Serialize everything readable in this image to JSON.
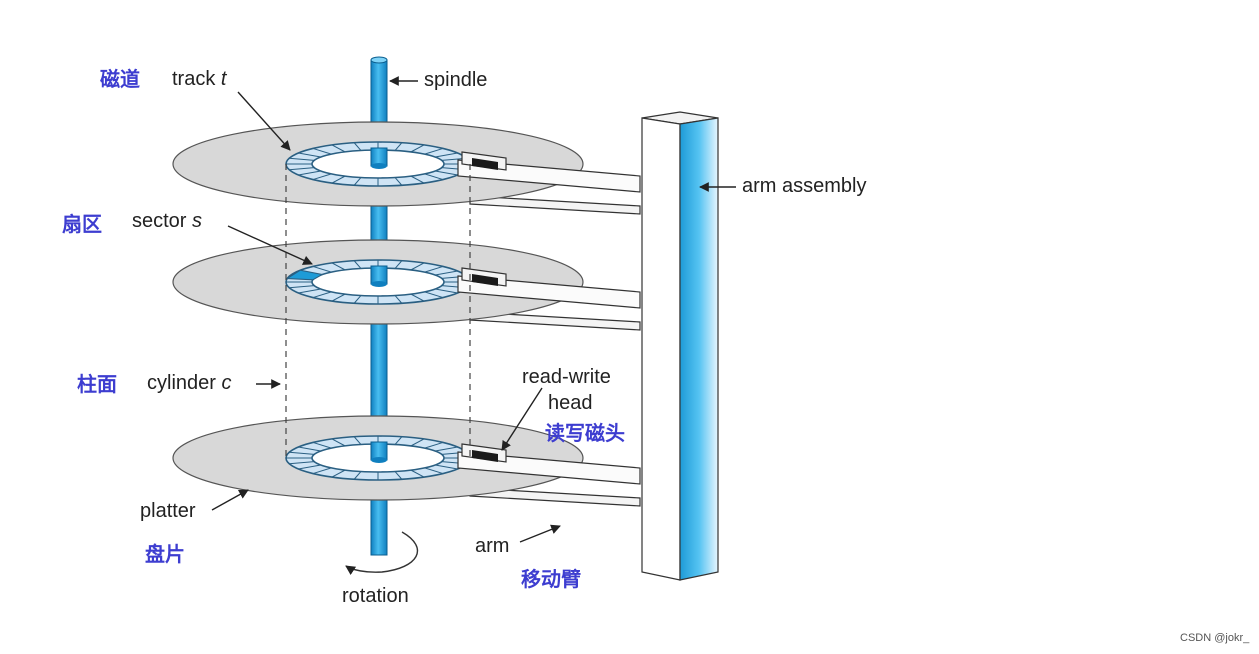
{
  "colors": {
    "chinese_label": "#3d3dd0",
    "platter": "#d8d8d8",
    "track_fill": "#cfe4f5",
    "spindle_blue": "#1e9bd7",
    "highlight_sector": "#1e9bd7",
    "head": "#1a1a1a",
    "text": "#222222"
  },
  "labels": {
    "track": {
      "prefix": "track ",
      "var": "t",
      "zh": "磁道"
    },
    "sector": {
      "prefix": "sector ",
      "var": "s",
      "zh": "扇区"
    },
    "cylinder": {
      "prefix": "cylinder ",
      "var": "c",
      "zh": "柱面"
    },
    "spindle": "spindle",
    "arm_assembly": "arm assembly",
    "read_write_head": {
      "line1": "read-write",
      "line2": "head",
      "zh": "读写磁头"
    },
    "platter": {
      "en": "platter",
      "zh": "盘片"
    },
    "arm": {
      "en": "arm",
      "zh": "移动臂"
    },
    "rotation": "rotation"
  },
  "watermark": "CSDN @jokr_"
}
